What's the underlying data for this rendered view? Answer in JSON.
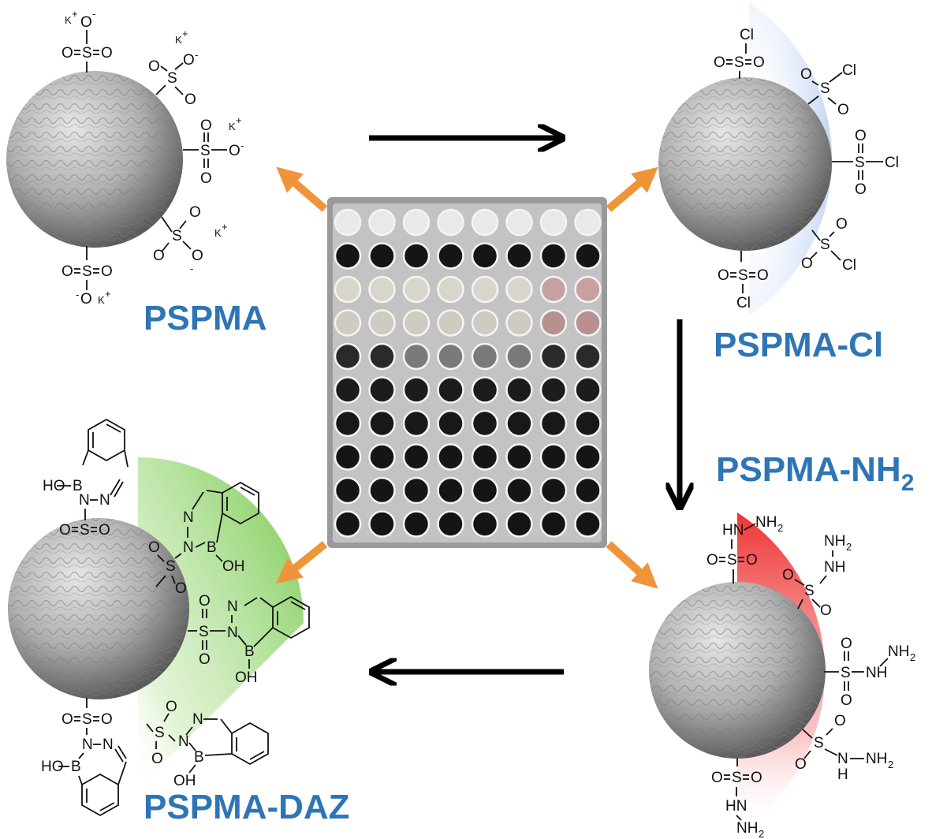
{
  "labels": {
    "pspma": "PSPMA",
    "pspma_cl": "PSPMA-Cl",
    "pspma_nh2_main": "PSPMA-NH",
    "pspma_nh2_sub": "2",
    "pspma_daz": "PSPMA-DAZ"
  },
  "chem": {
    "k": "K",
    "o": "O",
    "s": "S",
    "cl": "Cl",
    "n": "N",
    "b": "B",
    "ho": "HO",
    "oh": "OH",
    "hn": "HN",
    "nh": "NH",
    "nh2": "NH",
    "h": "H",
    "sub2": "2",
    "plus": "+",
    "minus": "-"
  },
  "plate": {
    "rows": 10,
    "cols": 8
  },
  "colors": {
    "label_blue": "#2e75b6",
    "arrow_orange": "#f0943a",
    "halo_blue": "#c9d8f0",
    "halo_red": "#ee3030",
    "halo_green": "#6cc23a"
  }
}
